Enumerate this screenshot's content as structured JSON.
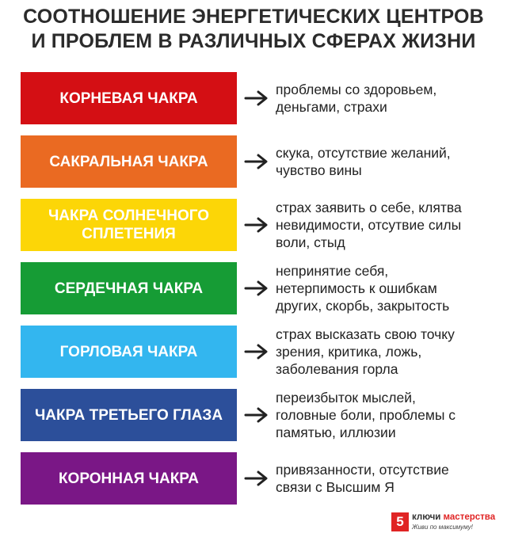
{
  "title": {
    "line1": "СООТНОШЕНИЕ ЭНЕРГЕТИЧЕСКИХ ЦЕНТРОВ",
    "line2": "И ПРОБЛЕМ В РАЗЛИЧНЫХ СФЕРАХ ЖИЗНИ"
  },
  "rows": [
    {
      "chakra": [
        "КОРНЕВАЯ ЧАКРА"
      ],
      "color": "#d40f14",
      "problems": [
        "проблемы со здоровьем,",
        "деньгами, страхи"
      ]
    },
    {
      "chakra": [
        "САКРАЛЬНАЯ ЧАКРА"
      ],
      "color": "#ea6a22",
      "problems": [
        "скука, отсутствие желаний,",
        "чувство вины"
      ]
    },
    {
      "chakra": [
        "ЧАКРА СОЛНЕЧНОГО",
        "СПЛЕТЕНИЯ"
      ],
      "color": "#fcd607",
      "problems": [
        "страх заявить о себе, клятва",
        "невидимости, отсутвие силы",
        "воли, стыд"
      ]
    },
    {
      "chakra": [
        "СЕРДЕЧНАЯ ЧАКРА"
      ],
      "color": "#169c35",
      "problems": [
        "непринятие себя,",
        "нетерпимость к ошибкам",
        "других, скорбь, закрытость"
      ]
    },
    {
      "chakra": [
        "ГОРЛОВАЯ ЧАКРА"
      ],
      "color": "#33b6ef",
      "problems": [
        "страх высказать свою точку",
        "зрения, критика, ложь,",
        "заболевания горла"
      ]
    },
    {
      "chakra": [
        "ЧАКРА ТРЕТЬЕГО ГЛАЗА"
      ],
      "color": "#2c4f9a",
      "problems": [
        "переизбыток мыслей,",
        "головные боли, проблемы с",
        "памятью, иллюзии"
      ]
    },
    {
      "chakra": [
        "КОРОННАЯ ЧАКРА"
      ],
      "color": "#7a1786",
      "problems": [
        "привязанности, отсутствие",
        "связи с Высшим Я"
      ]
    }
  ],
  "arrow_icon": "right-arrow-icon",
  "logo": {
    "mark": "5",
    "word1": "ключи",
    "word2": "мастерства",
    "tagline": "Живи по максимуму!",
    "brand_color": "#e02424"
  }
}
